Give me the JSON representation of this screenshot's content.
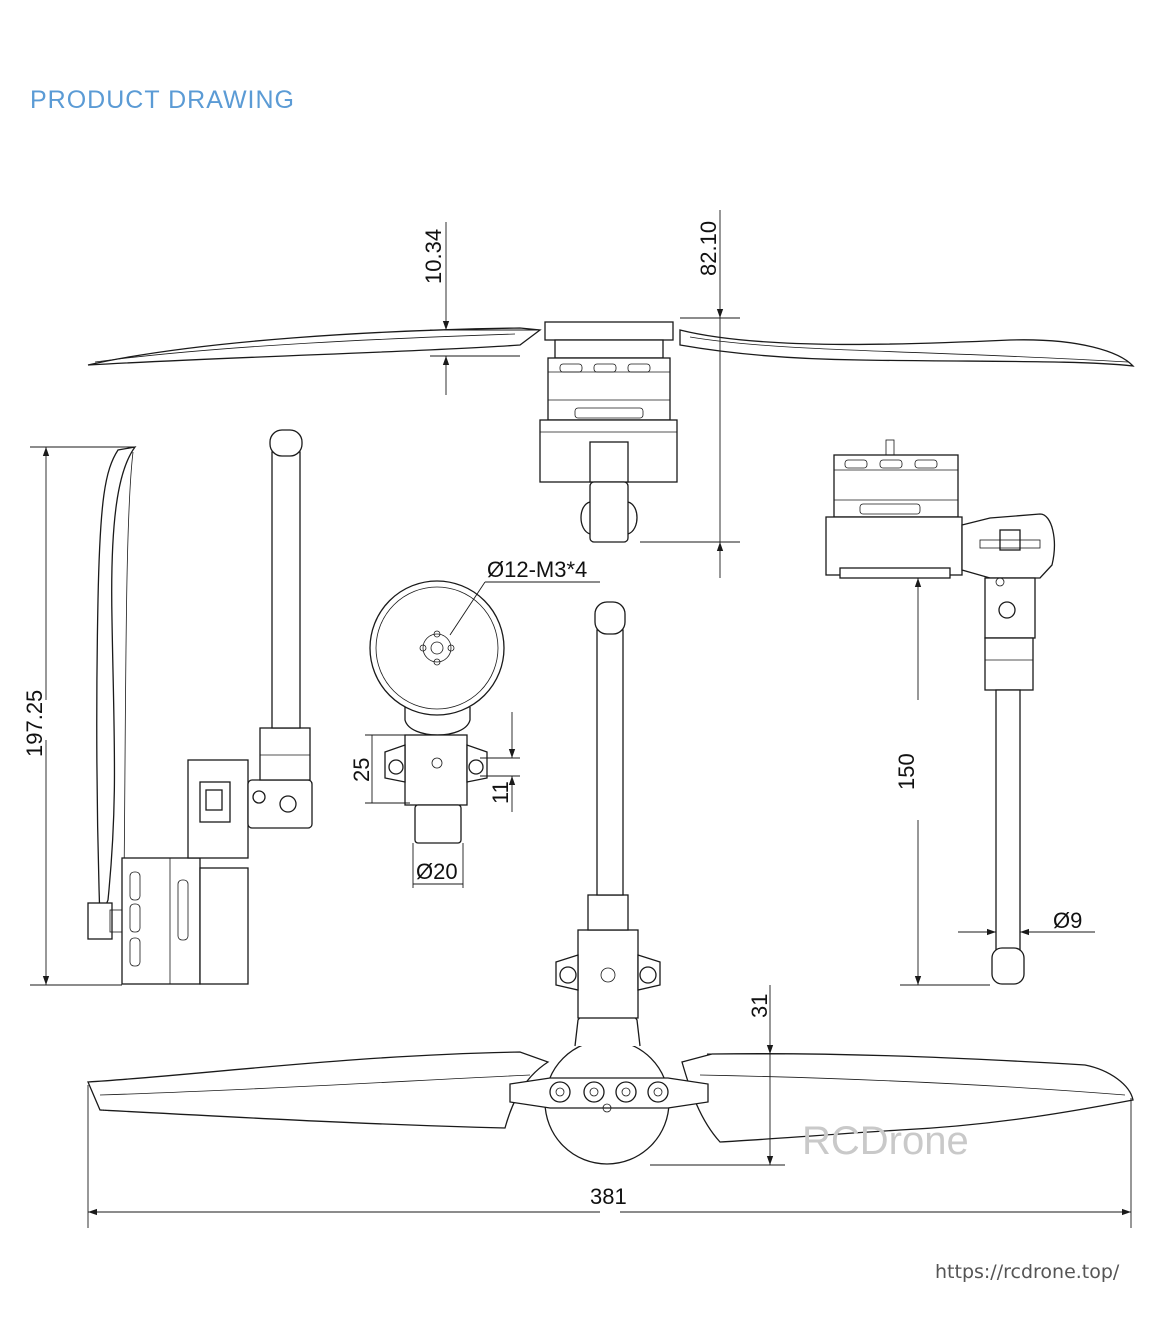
{
  "header": {
    "title": "PRODUCT DRAWING"
  },
  "dimensions": {
    "top_thickness": "10.34",
    "top_height": "82.10",
    "total_height": "197.25",
    "mount_hole": "Ø12-M3*4",
    "clamp_height": "25",
    "clamp_spacing": "11",
    "tube_dia": "Ø20",
    "arm_length": "150",
    "rod_dia": "Ø9",
    "hub_offset": "31",
    "prop_span": "381"
  },
  "watermark": {
    "brand": "RCDrone",
    "url": "https://rcdrone.top/"
  },
  "colors": {
    "title": "#5b9bd5",
    "line": "#1a1a1a",
    "watermark": "#c9c9c9"
  }
}
